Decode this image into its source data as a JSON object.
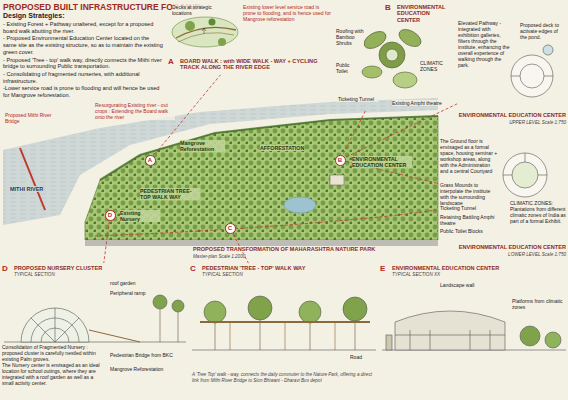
{
  "diagram": {
    "title": "PROPOSED BUILT INFRASTRUCTURE FOR MNP",
    "nodes": [
      {
        "text": [
          "Design Strategies:",
          "- Existing Forest + Pathway unaltered, except for a proposed board walk abutting the river.",
          "- Proposed Environmental Education Center located on the same site as the existing structure, so as to maintain the existing green cover.",
          "- Proposed 'Tree - top' walk way, directly connects the Mithi river bridge to surrounding Public transportation.",
          "- Consolidating of fragmented nurseries, with additional infrastructure.",
          "-Lower service road is prone to flooding and will hence be used for Mangrove reforestation."
        ]
      },
      {
        "text": [
          "A",
          "BOARD WALK : with WIDE WALK - WAY + CYCLING TRACK ALONG THE RIVER EDGE",
          "Existing lower level service road is prone to flooding, and is hence used for Mangrove reforestation"
        ]
      },
      {
        "text": [
          "B",
          "ENVIRONMENTAL EDUCATION CENTER"
        ]
      },
      {
        "text": [
          "Elevated Pathway - integrated with exhibition galleries, filters through the institute, enhancing the overall experience of walking through the park.",
          "ENVIRONMENTAL EDUCATION CENTER",
          "UPPER LEVEL Scale 1:750"
        ]
      },
      {
        "text": [
          "The Ground floor is envisaged as a formal space, housing seminar + workshop areas, along with the Administration and a central Courtyard",
          "Grass Mounds to interpolate the institute with the surrounding landscape",
          "CLIMATIC ZONES: Plantations from different climatic zones of India as part of a formal Exhibit.",
          "ENVIRONMENTAL EDUCATION CENTER",
          "LOWER LEVEL Scale 1:750"
        ]
      },
      {
        "text": [
          "PROPOSED TRANSFORMATION OF MAHARASHTRA NATURE PARK",
          "Master-plan Scale 1:2000"
        ]
      },
      {
        "text": [
          "A"
        ],
        "in": 5
      },
      {
        "text": [
          "B"
        ],
        "in": 5
      },
      {
        "text": [
          "C"
        ],
        "in": 5
      },
      {
        "text": [
          "D"
        ],
        "in": 5
      },
      {
        "text": [
          "D",
          "PROPOSED NURSERY CLUSTER",
          "TYPICAL SECTION",
          "Consolidation of Fragmented Nursery : proposed cluster is carefully nestled within existing Palm groves.",
          "The Nursery center is envisaged as an ideal location for school outings, where they are integrated with a roof garden as well as a small activity center."
        ]
      },
      {
        "text": [
          "C",
          "PEDESTRIAN 'TREE - TOP' WALK WAY",
          "TYPICAL SECTION"
        ]
      },
      {
        "text": [
          "E",
          "ENVIRONMENTAL EDUCATION CENTER",
          "TYPICAL SECTION XX"
        ]
      }
    ],
    "edges": [
      {
        "from": 6,
        "to": 1,
        "arrow": "none"
      },
      {
        "from": 7,
        "to": 2,
        "arrow": "none"
      },
      {
        "from": 7,
        "to": 3,
        "arrow": "none"
      },
      {
        "from": 7,
        "to": 4,
        "arrow": "none"
      },
      {
        "from": 8,
        "to": 11,
        "arrow": "none"
      },
      {
        "from": 9,
        "to": 10,
        "arrow": "none"
      }
    ],
    "labels": [
      "MITHI RIVER",
      "Proposed Mithi River Bridge",
      "Resurgurating Existing river - out crops : Extending the Board walk onto the river",
      "Mangrove Reforestation",
      "AFFORESTATION",
      "PEDESTRIAN TREE-TOP WALK WAY",
      "ENVIRONMENTAL EDUCATION CENTER",
      "Existing Nursery",
      "CLIMATIC ZONES",
      "Ticketing Tunnel",
      "Public Toilet",
      "Existing Amphi theatre",
      "Roofing with Bamboo Shrubs",
      "Proposed deck to activate edges of the pond.",
      "Ticketing Tunnel",
      "Retaining Battling Amphi theatre",
      "Public Toilet Blocks",
      "roof garden",
      "Peripheral ramp",
      "Pedestrian Bridge from BKC",
      "Mangrove Reforestation",
      "Landscape wall",
      "Platforms from climatic zones",
      "Road",
      "A 'Tree Top' walk - way, connects the daily commuter to the Nature Park, offering a direct link from Mithi River Bridge to Sion Bhiwani - Dharavi Bus depot",
      "Decks at strategic locations"
    ]
  }
}
